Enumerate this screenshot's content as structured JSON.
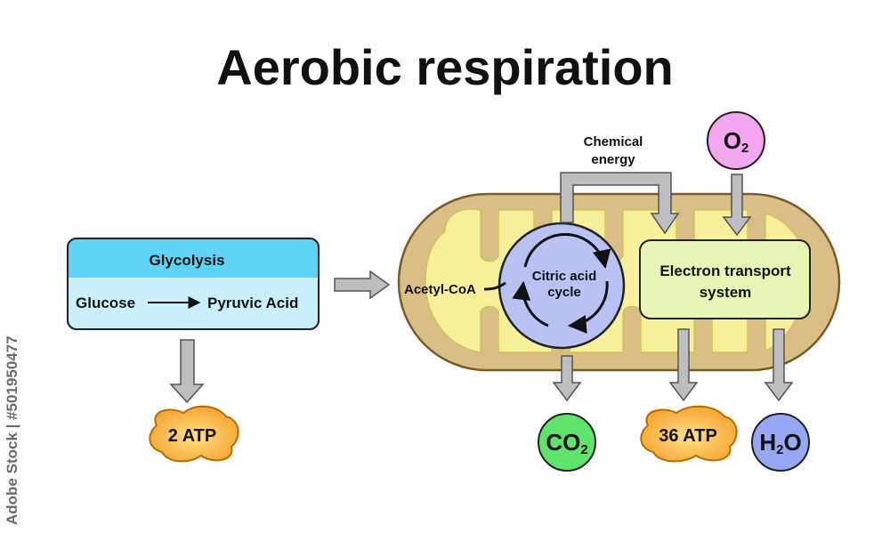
{
  "title": "Aerobic respiration",
  "glycolysis": {
    "heading": "Glycolysis",
    "input": "Glucose",
    "output": "Pyruvic Acid"
  },
  "atp_left": "2 ATP",
  "acetyl_coa": "Acetyl-CoA",
  "citric_cycle": {
    "line1": "Citric acid",
    "line2": "cycle"
  },
  "chemical_energy": {
    "line1": "Chemical",
    "line2": "energy"
  },
  "electron_transport": {
    "line1": "Electron transport",
    "line2": "system"
  },
  "oxygen": {
    "symbol": "O",
    "subscript": "2"
  },
  "carbon_dioxide": {
    "symbol": "CO",
    "subscript": "2"
  },
  "water": {
    "symbol_a": "H",
    "subscript": "2",
    "symbol_b": "O"
  },
  "atp_right": "36 ATP",
  "watermark": "Adobe Stock | #501950477",
  "colors": {
    "mito_outer": "#d9bf86",
    "mito_outer_stroke": "#7a5a2a",
    "mito_inner": "#f6f09a",
    "citric": "#b9c2f2",
    "ets": "#e6f7b5",
    "glyco_head": "#5fd3f3",
    "glyco_body": "#c9f1fb",
    "oxygen": "#f4a7f0",
    "co2": "#5fe36c",
    "h2o": "#98a7f3",
    "atp": "#f7b23c",
    "arrow": "#bdbdbd"
  }
}
